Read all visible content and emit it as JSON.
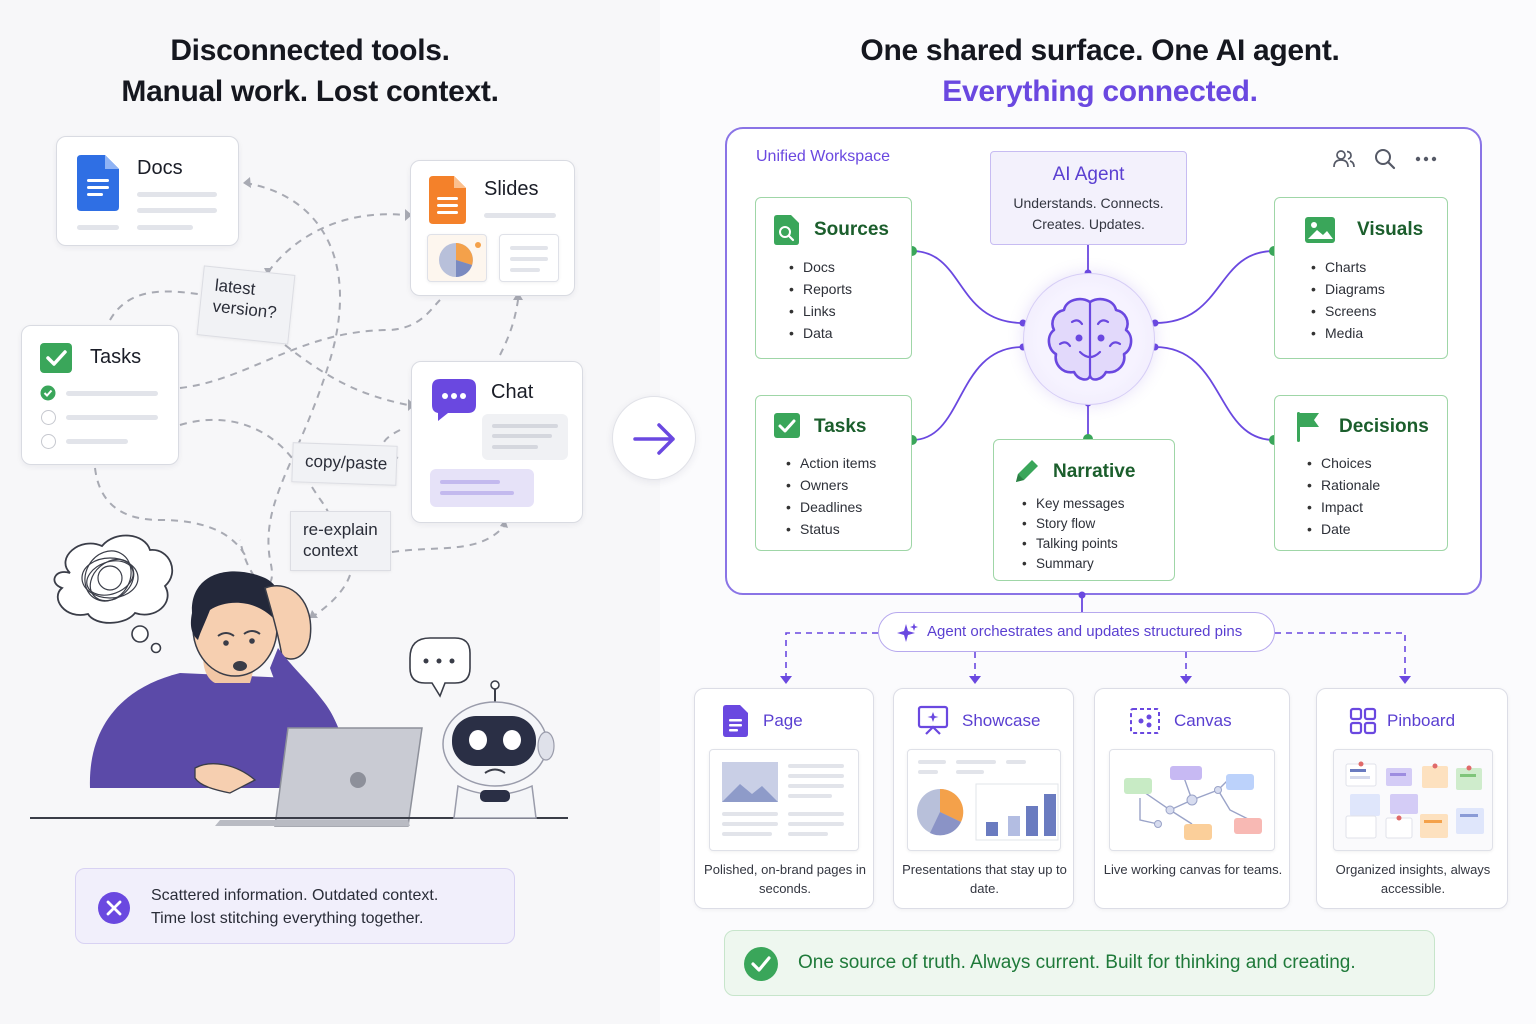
{
  "left": {
    "heading_line1": "Disconnected tools.",
    "heading_line2": "Manual work. Lost context.",
    "docs_label": "Docs",
    "slides_label": "Slides",
    "tasks_label": "Tasks",
    "chat_label": "Chat",
    "note_latest": "latest version?",
    "note_copy": "copy/paste",
    "note_reexplain": "re-explain context",
    "problem_line1": "Scattered information. Outdated context.",
    "problem_line2": "Time lost stitching everything together."
  },
  "right": {
    "heading_line1": "One shared surface. One AI agent.",
    "heading_line2": "Everything connected.",
    "workspace_label": "Unified Workspace",
    "agent_title": "AI Agent",
    "agent_desc": "Understands. Connects. Creates. Updates.",
    "sources": {
      "title": "Sources",
      "items": [
        "Docs",
        "Reports",
        "Links",
        "Data"
      ]
    },
    "tasks": {
      "title": "Tasks",
      "items": [
        "Action items",
        "Owners",
        "Deadlines",
        "Status"
      ]
    },
    "visuals": {
      "title": "Visuals",
      "items": [
        "Charts",
        "Diagrams",
        "Screens",
        "Media"
      ]
    },
    "decisions": {
      "title": "Decisions",
      "items": [
        "Choices",
        "Rationale",
        "Impact",
        "Date"
      ]
    },
    "narrative": {
      "title": "Narrative",
      "items": [
        "Key messages",
        "Story flow",
        "Talking points",
        "Summary"
      ]
    },
    "orchestrate_label": "Agent orchestrates and updates structured pins",
    "outputs": [
      {
        "title": "Page",
        "desc": "Polished, on-brand pages in seconds."
      },
      {
        "title": "Showcase",
        "desc": "Presentations that stay up to date."
      },
      {
        "title": "Canvas",
        "desc": "Live working canvas for teams."
      },
      {
        "title": "Pinboard",
        "desc": "Organized insights, always accessible."
      }
    ],
    "truth_label": "One source of truth. Always current. Built for thinking and creating."
  },
  "colors": {
    "accent_purple": "#6a48e0",
    "green": "#3aa65a",
    "docs_blue": "#2f6fe4",
    "slides_orange": "#f4812a",
    "chat_purple": "#6a48e0"
  },
  "icons": [
    "docs-icon",
    "slides-icon",
    "tasks-check-icon",
    "chat-bubble-icon",
    "arrow-right-icon",
    "brain-icon",
    "users-icon",
    "search-icon",
    "more-icon",
    "image-icon",
    "flag-icon",
    "pencil-icon",
    "sparkle-icon",
    "page-icon",
    "showcase-icon",
    "canvas-icon",
    "pinboard-icon",
    "check-circle-icon",
    "close-circle-icon",
    "robot-icon",
    "thought-cloud-icon"
  ]
}
